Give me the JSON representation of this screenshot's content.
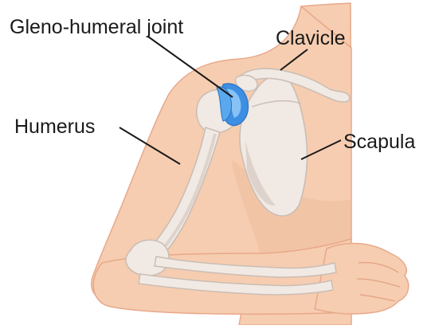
{
  "labels": {
    "gleno_humeral_joint": "Gleno-humeral joint",
    "clavicle": "Clavicle",
    "humerus": "Humerus",
    "scapula": "Scapula"
  },
  "colors": {
    "skin": "#f6cdb0",
    "skin_shadow": "#eab595",
    "skin_outline": "#e8a88a",
    "bone": "#f1e9e4",
    "bone_shadow": "#d9cdc6",
    "bone_outline": "#cbbdb4",
    "joint": "#3d8fe3",
    "joint_light": "#86c2f5",
    "leader": "#1a1a1a"
  }
}
